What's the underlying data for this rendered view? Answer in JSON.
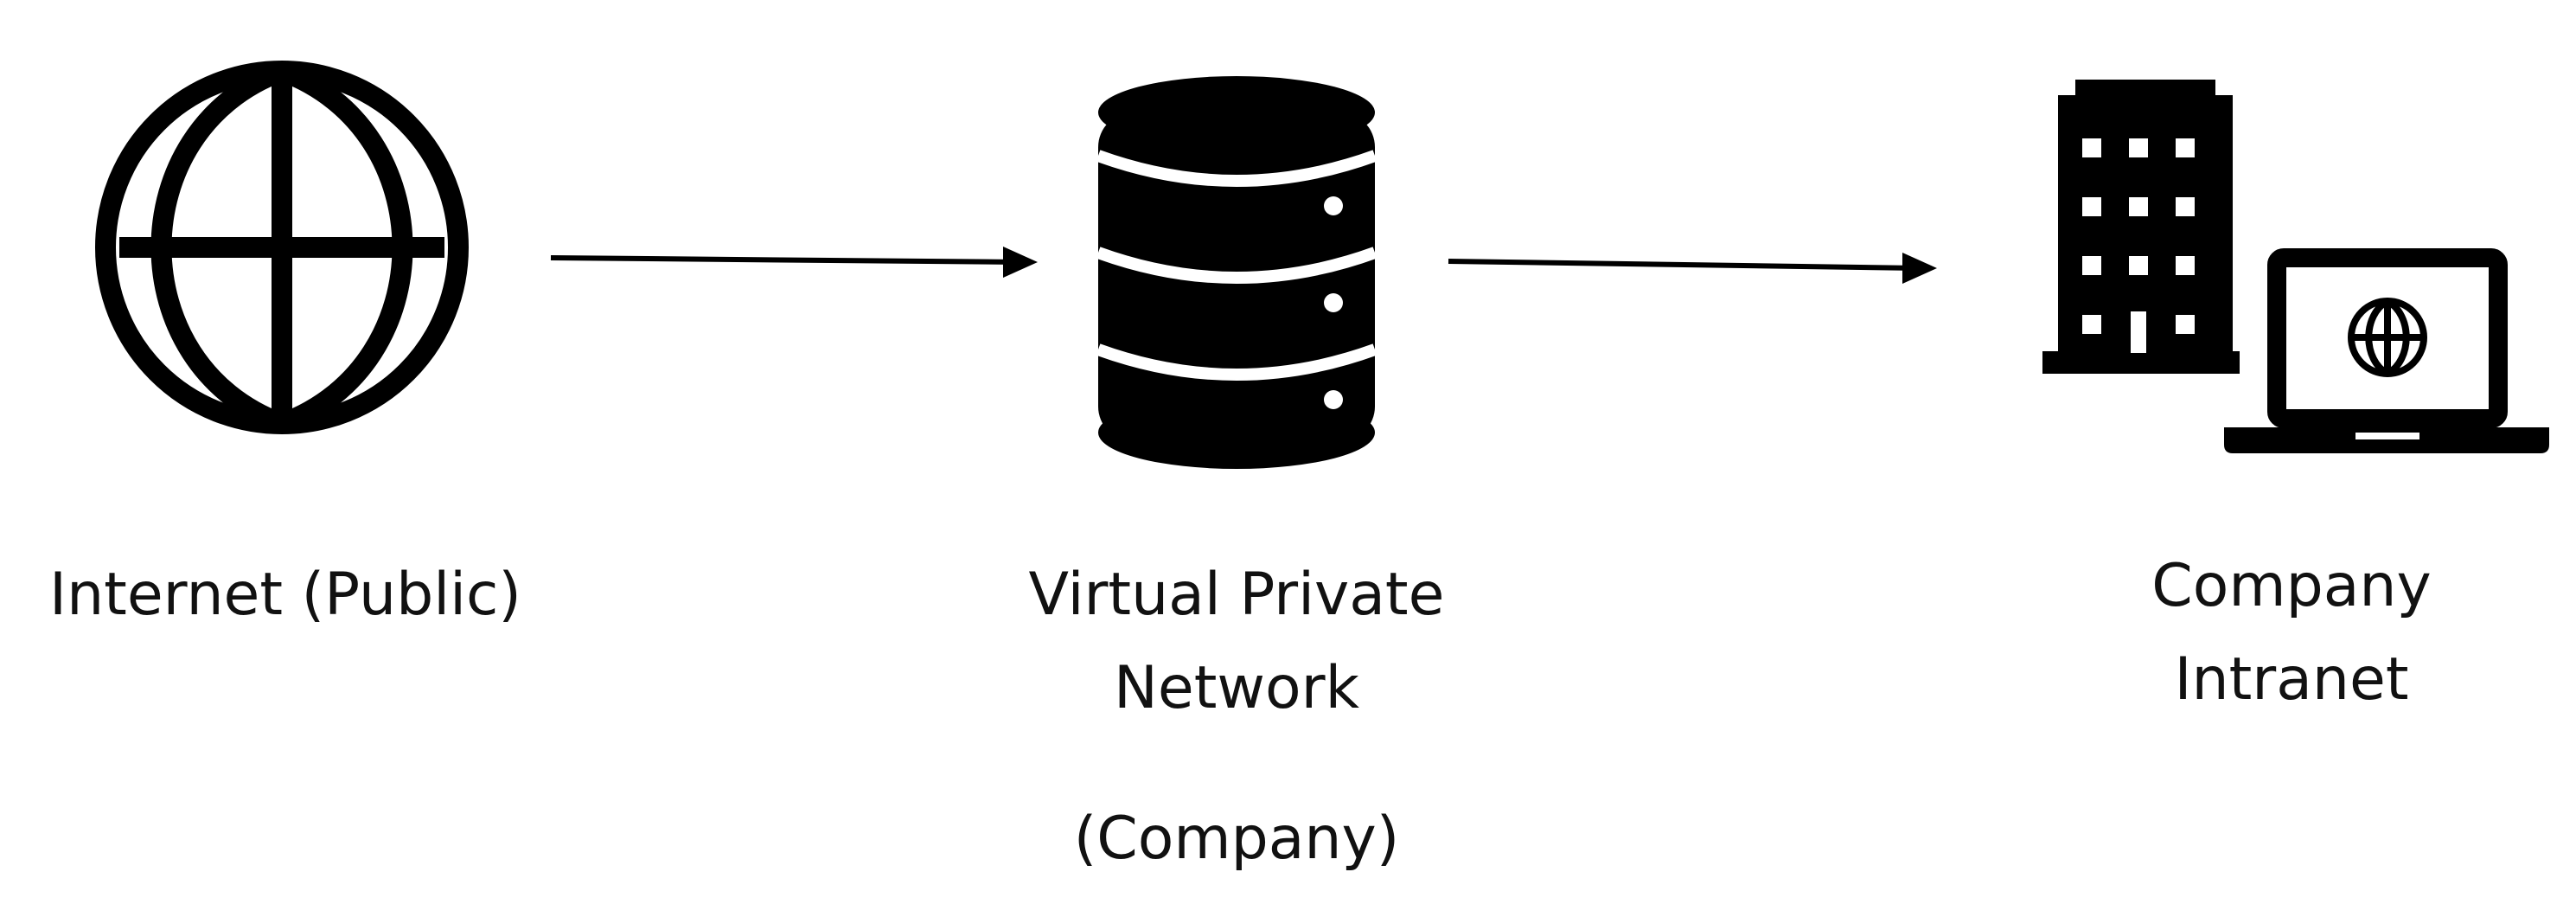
{
  "diagram": {
    "nodes": [
      {
        "id": "internet",
        "icon": "globe-icon",
        "label_lines": [
          "Internet (Public)"
        ]
      },
      {
        "id": "vpn",
        "icon": "database-server-icon",
        "label_lines": [
          "Virtual Private",
          "Network"
        ],
        "sublabel": "(Company)"
      },
      {
        "id": "intranet",
        "icon": "office-building-and-laptop-icon",
        "label_lines": [
          "Company",
          "Intranet"
        ]
      }
    ],
    "edges": [
      {
        "from": "internet",
        "to": "vpn"
      },
      {
        "from": "vpn",
        "to": "intranet"
      }
    ],
    "colors": {
      "foreground": "#000000",
      "background": "#ffffff"
    }
  }
}
